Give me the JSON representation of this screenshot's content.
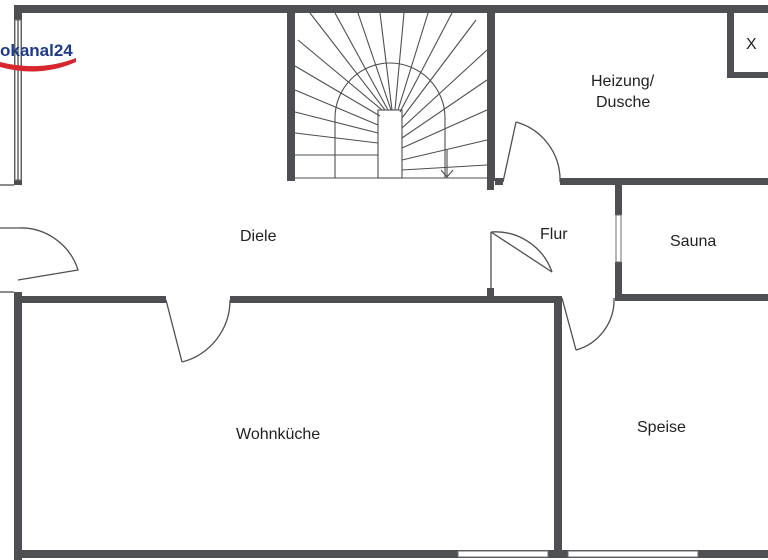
{
  "logo": {
    "text": "okanal24",
    "brand_color": "#1f3a8a",
    "accent_color": "#d7262e"
  },
  "rooms": {
    "diele": "Diele",
    "heizung_line1": "Heizung/",
    "heizung_line2": "Dusche",
    "flur": "Flur",
    "sauna": "Sauna",
    "wohnkueche": "Wohnküche",
    "speise": "Speise",
    "closet": "X"
  },
  "colors": {
    "wall": "#4d4f53",
    "background": "#ffffff"
  }
}
